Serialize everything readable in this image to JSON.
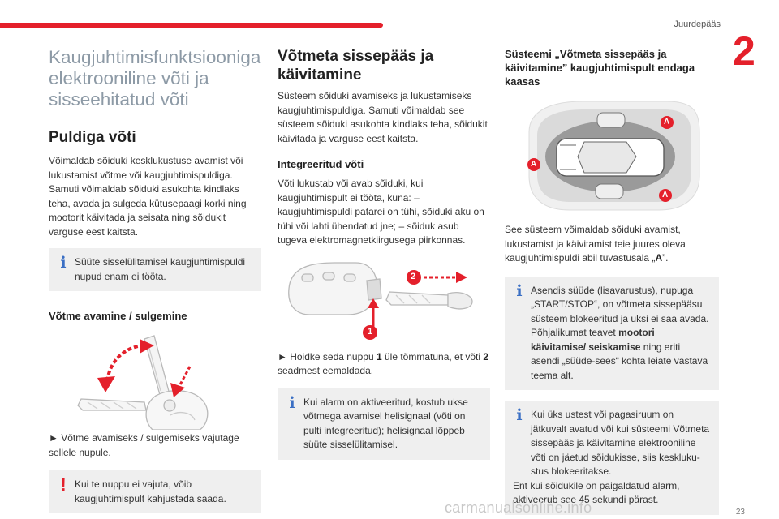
{
  "header": {
    "section": "Juurdepääs",
    "chapter": "2",
    "page_number": "23"
  },
  "col1": {
    "main_title": "Kaugjuhtimisfunktsiooniga elektrooniline võti ja sisseehitatud võti",
    "remote_title": "Puldiga võti",
    "remote_text": "Võimaldab sõiduki keskluku­stuse avamist või lukustamist võtme või kaugjuhtimispuldiga. Samuti võimaldab sõiduki asukohta kindlaks teha, avada ja sulgeda kütusepaagi korki ning mootorit käivitada ja seisata ning sõidukit varguse eest kaitsta.",
    "info1": "Süüte sisselülitamisel kaugjuhtimispuldi nupud enam ei tööta.",
    "open_close_title": "Võtme avamine / sulgemine",
    "open_close_text": "► Võtme avamiseks / sulgemiseks vajutage sellele nupule.",
    "warn1": "Kui te nuppu ei vajuta, võib kaugjuhtimispult kahjustada saada."
  },
  "col2": {
    "title": "Võtmeta sissepääs ja käivitamine",
    "intro": "Süsteem sõiduki avamiseks ja lukustamiseks kaugjuhtimispuldiga. Samuti võimaldab see süsteem sõiduki asukohta kindlaks teha, sõidukit käivitada ja varguse eest kaitsta.",
    "integrated_title": "Integreeritud võti",
    "integrated_text": "Võti lukustab või avab sõiduki, kui kaugjuhtimispult ei tööta, kuna: – kaugjuhtimispuldi patarei on tühi, sõiduki aku on tühi või lahti ühendatud jne; – sõiduk asub tugeva elektromagnetkiirgusega piirkonnas.",
    "step_pre": "► Hoidke seda nuppu ",
    "step_n1": "1",
    "step_mid": " üle tõmmatuna, et võti ",
    "step_n2": "2",
    "step_post": " seadmest eemaldada.",
    "info2": "Kui alarm on aktiveeritud, kostub ukse võtmega avamisel helisignaal (võti on pulti integreeritud); helisignaal lõppeb süüte sisselülitamisel.",
    "callout1": "1",
    "callout2": "2"
  },
  "col3": {
    "title": "Süsteemi „Võtmeta sissepääs ja käivitamine” kaugjuhtimispult endaga kaasas",
    "zone_label": "A",
    "text_pre": "See süsteem võimaldab sõiduki avamist, lukustamist ja käivitamist teie juures oleva kaugjuhtimispuldi abil tuvastusala „",
    "text_zone": "A",
    "text_post": "”.",
    "info3_pre": "Asendis süüde (lisavarustus), nupuga „START/STOP“, on võtmeta sissepääsu süsteem blokeeritud ja uksi ei saa avada. Põhjalikumat teavet ",
    "info3_bold": "mootori käivitamise/ seiskamise",
    "info3_post": " ning eriti asendi „süüde-sees“ kohta leiate vastava teema alt.",
    "info4a": "Kui üks ustest või pagasiruum on jätkuvalt avatud või kui süsteemi Võtmeta sissepääs ja käivitamine elektrooniline võti on jäetud sõidukisse, siis keskluku­stus blokeeritakse.",
    "info4b": "Ent kui sõidukile on paigaldatud alarm, aktiveerub see 45 sekundi pärast."
  },
  "watermark": "carmanualsonline.info",
  "colors": {
    "accent_red": "#e4202b",
    "info_blue": "#3a6fc4",
    "title_grey": "#8d9aa6",
    "note_bg": "#efefef"
  }
}
